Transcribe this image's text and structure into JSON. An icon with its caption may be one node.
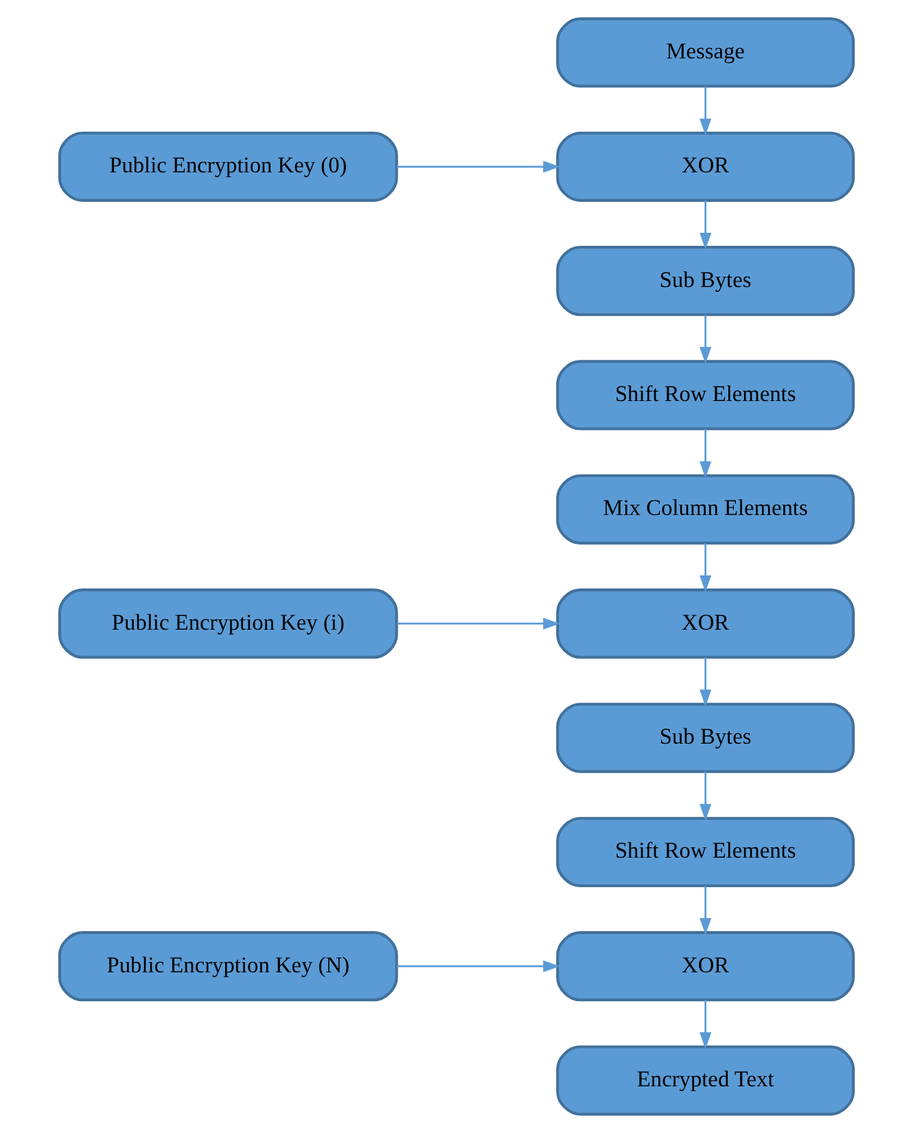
{
  "diagram": {
    "nodes": [
      {
        "text": [
          "Message"
        ]
      },
      {
        "text": [
          "Public Encryption Key (0)"
        ]
      },
      {
        "text": [
          "XOR"
        ]
      },
      {
        "text": [
          "Sub Bytes"
        ]
      },
      {
        "text": [
          "Shift Row Elements"
        ]
      },
      {
        "text": [
          "Mix Column Elements"
        ]
      },
      {
        "text": [
          "Public Encryption Key (i)"
        ]
      },
      {
        "text": [
          "XOR"
        ]
      },
      {
        "text": [
          "Sub Bytes"
        ]
      },
      {
        "text": [
          "Shift Row Elements"
        ]
      },
      {
        "text": [
          "Public Encryption Key (N)"
        ]
      },
      {
        "text": [
          "XOR"
        ]
      },
      {
        "text": [
          "Encrypted Text"
        ]
      }
    ],
    "edges": [
      {
        "from": 0,
        "to": 2,
        "arrow": "to"
      },
      {
        "from": 1,
        "to": 2,
        "arrow": "to"
      },
      {
        "from": 2,
        "to": 3,
        "arrow": "to"
      },
      {
        "from": 3,
        "to": 4,
        "arrow": "to"
      },
      {
        "from": 4,
        "to": 5,
        "arrow": "to"
      },
      {
        "from": 5,
        "to": 7,
        "arrow": "to"
      },
      {
        "from": 6,
        "to": 7,
        "arrow": "to"
      },
      {
        "from": 7,
        "to": 8,
        "arrow": "to"
      },
      {
        "from": 8,
        "to": 9,
        "arrow": "to"
      },
      {
        "from": 9,
        "to": 11,
        "arrow": "to"
      },
      {
        "from": 10,
        "to": 11,
        "arrow": "to"
      },
      {
        "from": 11,
        "to": 12,
        "arrow": "to"
      }
    ]
  }
}
